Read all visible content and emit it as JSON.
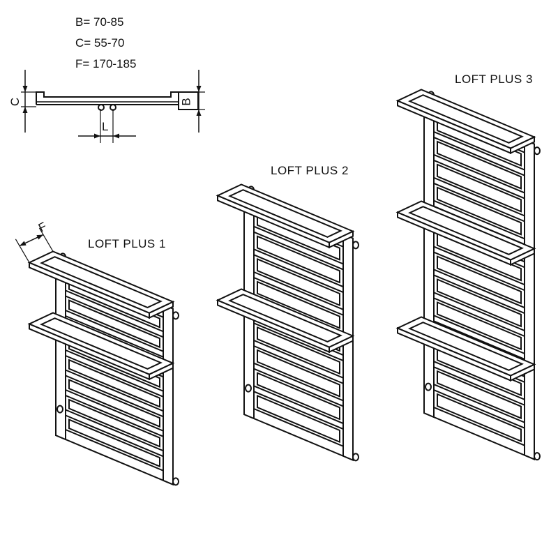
{
  "specs": {
    "b": "B= 70-85",
    "c": "C= 55-70",
    "f": "F= 170-185"
  },
  "dimension_labels": {
    "c": "C",
    "b": "B",
    "l": "L",
    "f": "F"
  },
  "models": [
    {
      "name": "LOFT PLUS 1",
      "rungs": 8,
      "towel_bars": 2
    },
    {
      "name": "LOFT PLUS 2",
      "rungs": 9,
      "towel_bars": 2
    },
    {
      "name": "LOFT PLUS 3",
      "rungs": 13,
      "towel_bars": 3
    }
  ],
  "colors": {
    "line": "#111111",
    "background": "#ffffff"
  }
}
